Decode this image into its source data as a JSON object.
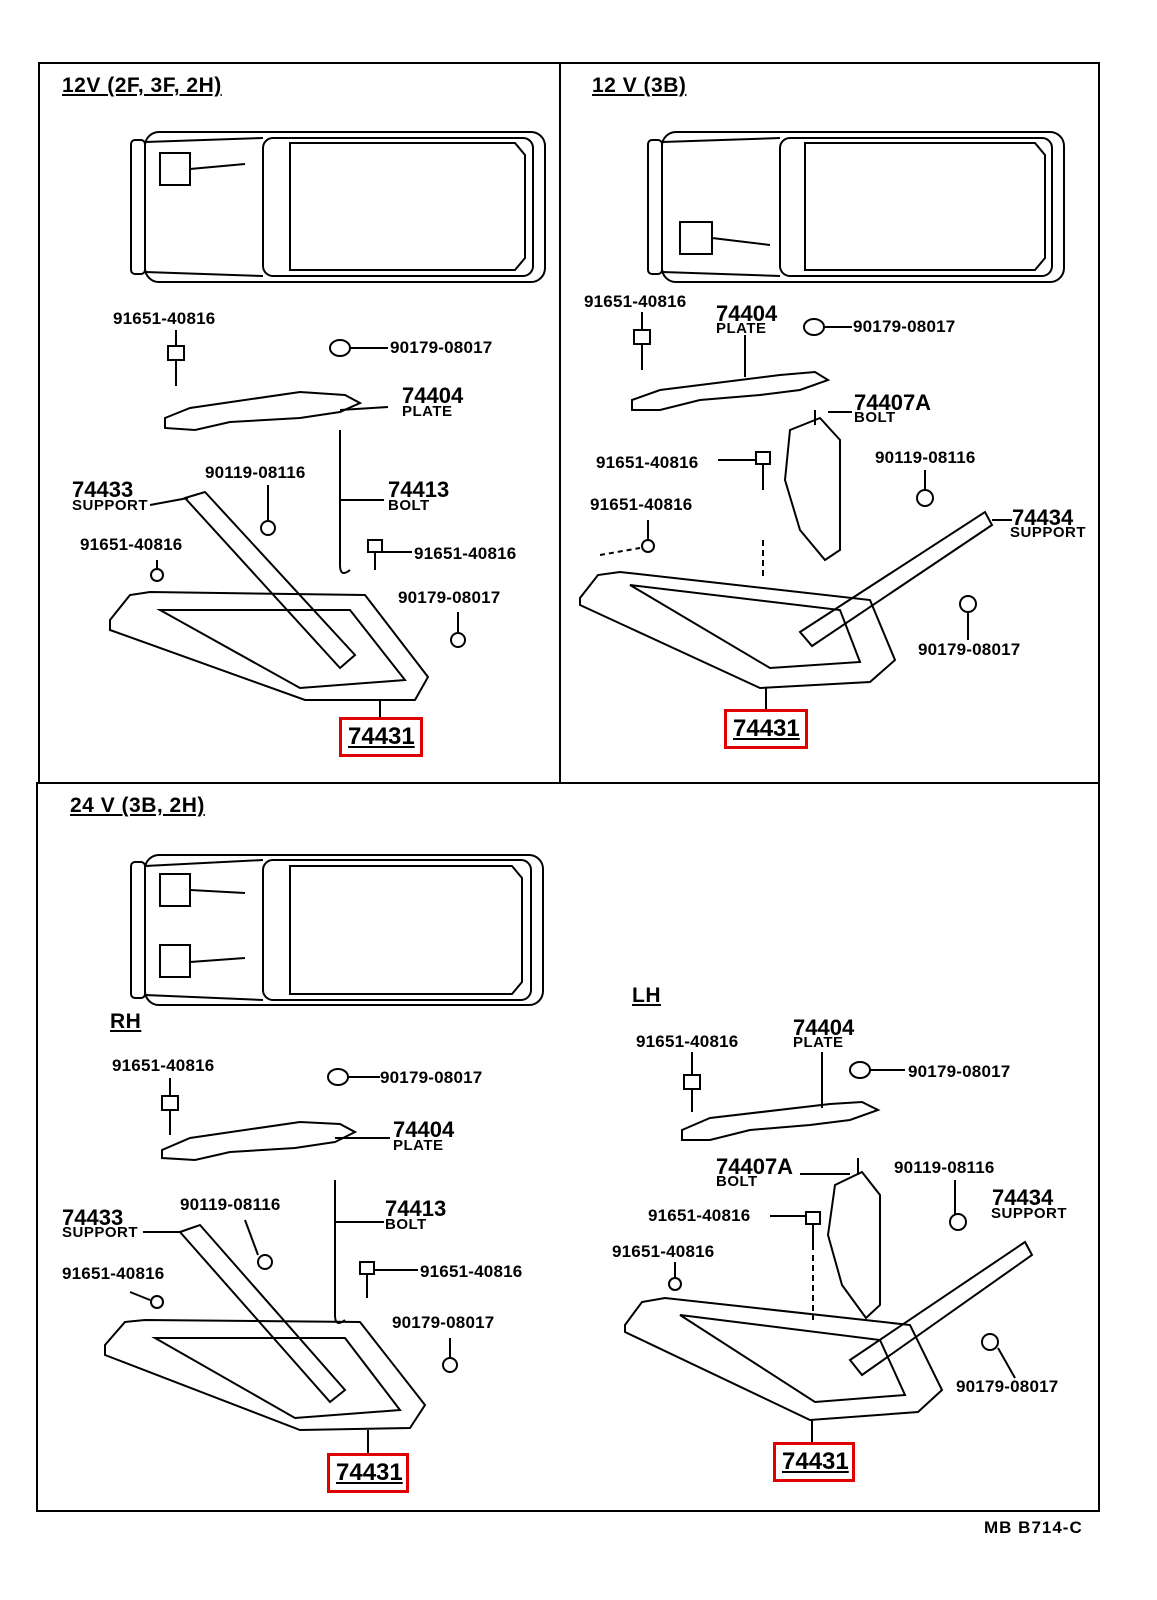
{
  "panels": {
    "top_left": {
      "title": "12V (2F, 3F, 2H)",
      "labels": {
        "bolt_91651_a": "91651-40816",
        "nut_90179_a": "90179-08017",
        "plate_num": "74404",
        "plate_name": "PLATE",
        "support_num": "74433",
        "support_name": "SUPPORT",
        "washer_90119": "90119-08116",
        "bolt_num": "74413",
        "bolt_name": "BOLT",
        "bolt_91651_b": "91651-40816",
        "bolt_91651_c": "91651-40816",
        "nut_90179_b": "90179-08017",
        "tray_num": "74431"
      }
    },
    "top_right": {
      "title": "12 V (3B)",
      "labels": {
        "bolt_91651_a": "91651-40816",
        "plate_num": "74404",
        "plate_name": "PLATE",
        "nut_90179_a": "90179-08017",
        "bolt_num": "74407A",
        "bolt_name": "BOLT",
        "bolt_91651_b": "91651-40816",
        "washer_90119": "90119-08116",
        "bolt_91651_c": "91651-40816",
        "support_num": "74434",
        "support_name": "SUPPORT",
        "nut_90179_b": "90179-08017",
        "tray_num": "74431"
      }
    },
    "bottom": {
      "title": "24 V (3B, 2H)",
      "rh": {
        "side_label": "RH",
        "bolt_91651_a": "91651-40816",
        "nut_90179_a": "90179-08017",
        "plate_num": "74404",
        "plate_name": "PLATE",
        "support_num": "74433",
        "support_name": "SUPPORT",
        "washer_90119": "90119-08116",
        "bolt_num": "74413",
        "bolt_name": "BOLT",
        "bolt_91651_b": "91651-40816",
        "bolt_91651_c": "91651-40816",
        "nut_90179_b": "90179-08017",
        "tray_num": "74431"
      },
      "lh": {
        "side_label": "LH",
        "bolt_91651_a": "91651-40816",
        "plate_num": "74404",
        "plate_name": "PLATE",
        "nut_90179_a": "90179-08017",
        "bolt_num": "74407A",
        "bolt_name": "BOLT",
        "washer_90119": "90119-08116",
        "bolt_91651_b": "91651-40816",
        "support_num": "74434",
        "support_name": "SUPPORT",
        "bolt_91651_c": "91651-40816",
        "nut_90179_b": "90179-08017",
        "tray_num": "74431"
      }
    }
  },
  "footer_code": "MB  B714-C",
  "highlight_color": "#e00000"
}
